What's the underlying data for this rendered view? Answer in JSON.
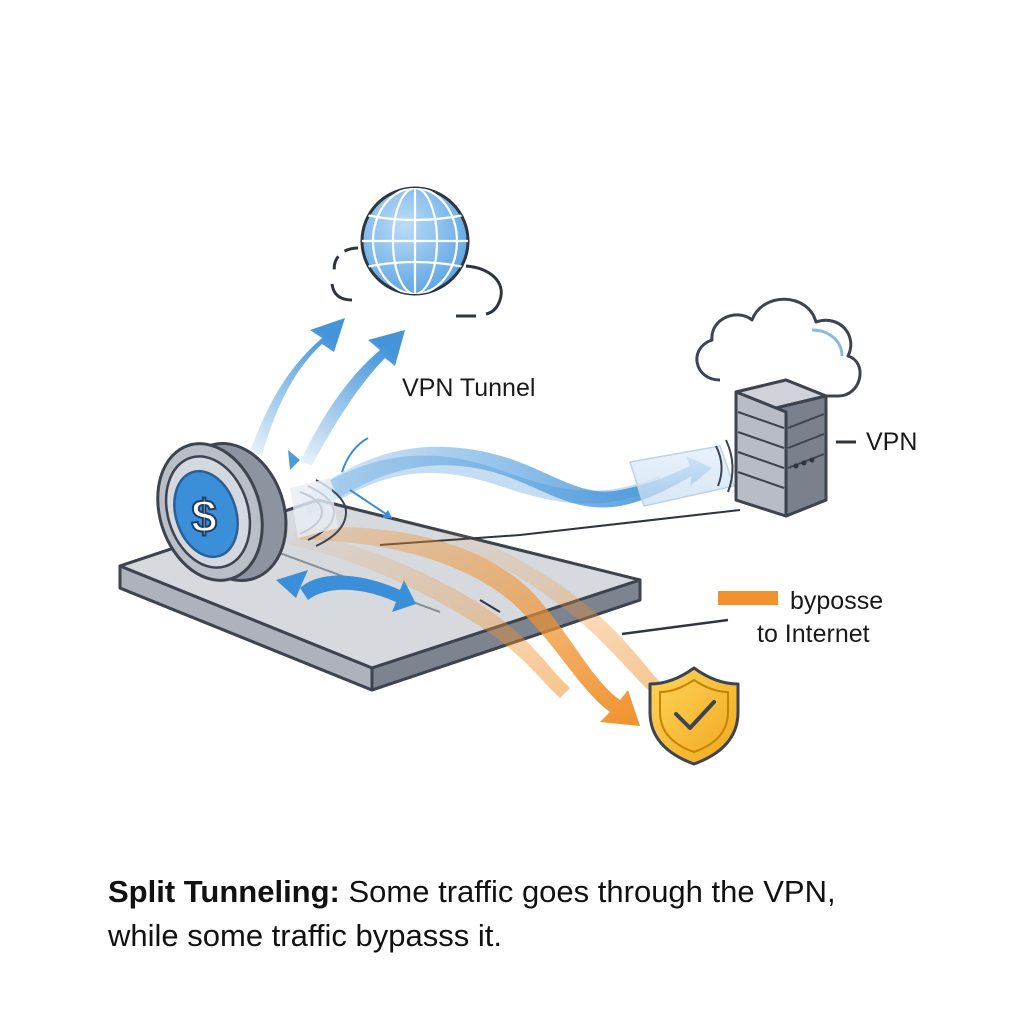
{
  "labels": {
    "tunnel": "VPN Tunnel",
    "server": "VPN",
    "bypass_line1": "byposse",
    "bypass_line2": "to Internet"
  },
  "device": {
    "symbol": "$"
  },
  "caption": {
    "bold": "Split Tunneling:",
    "line1": " Some traffic goes through the VPN,",
    "line2": "while some traffic bypasss it."
  },
  "colors": {
    "vpn_flow": "#3a8fd8",
    "bypass_flow": "#f0922e",
    "shield": "#f5b731",
    "globe": "#7db8ea",
    "platform": "#c9ccd2",
    "outline": "#3d4450"
  },
  "icons": [
    "globe-icon",
    "cloud-icon",
    "server-icon",
    "shield-check-icon",
    "dollar-coin-icon"
  ]
}
